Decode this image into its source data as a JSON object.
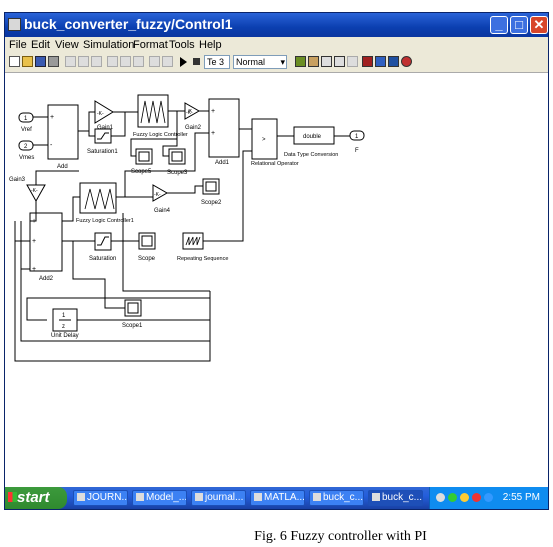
{
  "window": {
    "title": "buck_converter_fuzzy/Control1"
  },
  "menu": [
    "File",
    "Edit",
    "View",
    "Simulation",
    "Format",
    "Tools",
    "Help"
  ],
  "toolbar": {
    "stop_time": "Te 3",
    "sim_mode": "Normal"
  },
  "blocks": {
    "vref_port": "1",
    "vref_label": "Vref",
    "vmes_port": "2",
    "vmes_label": "Vmes",
    "add": "Add",
    "gain1_k": "-K-",
    "gain1": "Gain1",
    "saturation1": "Saturation1",
    "flc": "Fuzzy Logic Controller",
    "gain2_k": "-K-",
    "gain2": "Gain2",
    "scope5": "Scope5",
    "scope3": "Scope3",
    "gain4_k": "-K-",
    "gain4": "Gain4",
    "scope2": "Scope2",
    "add1": "Add1",
    "rel_op_sym": ">",
    "rel_op": "Relational Operator",
    "dtc_sym": "double",
    "dtc": "Data Type Conversion",
    "out_port": "1",
    "out_label": "F",
    "gain3_k": "-K-",
    "gain3": "Gain3",
    "flc1": "Fuzzy Logic Controller1",
    "saturation": "Saturation",
    "scope": "Scope",
    "repeating": "Repeating Sequence",
    "add2": "Add2",
    "unit_delay_num": "1",
    "unit_delay_den": "z",
    "unit_delay": "Unit Delay",
    "scope1": "Scope1"
  },
  "taskbar": {
    "start": "start",
    "tasks": [
      "JOURN...",
      "Model_...",
      "journal...",
      "MATLA...",
      "buck_c...",
      "buck_c..."
    ],
    "clock": "2:55 PM"
  },
  "caption": "Fig. 6 Fuzzy controller with PI"
}
